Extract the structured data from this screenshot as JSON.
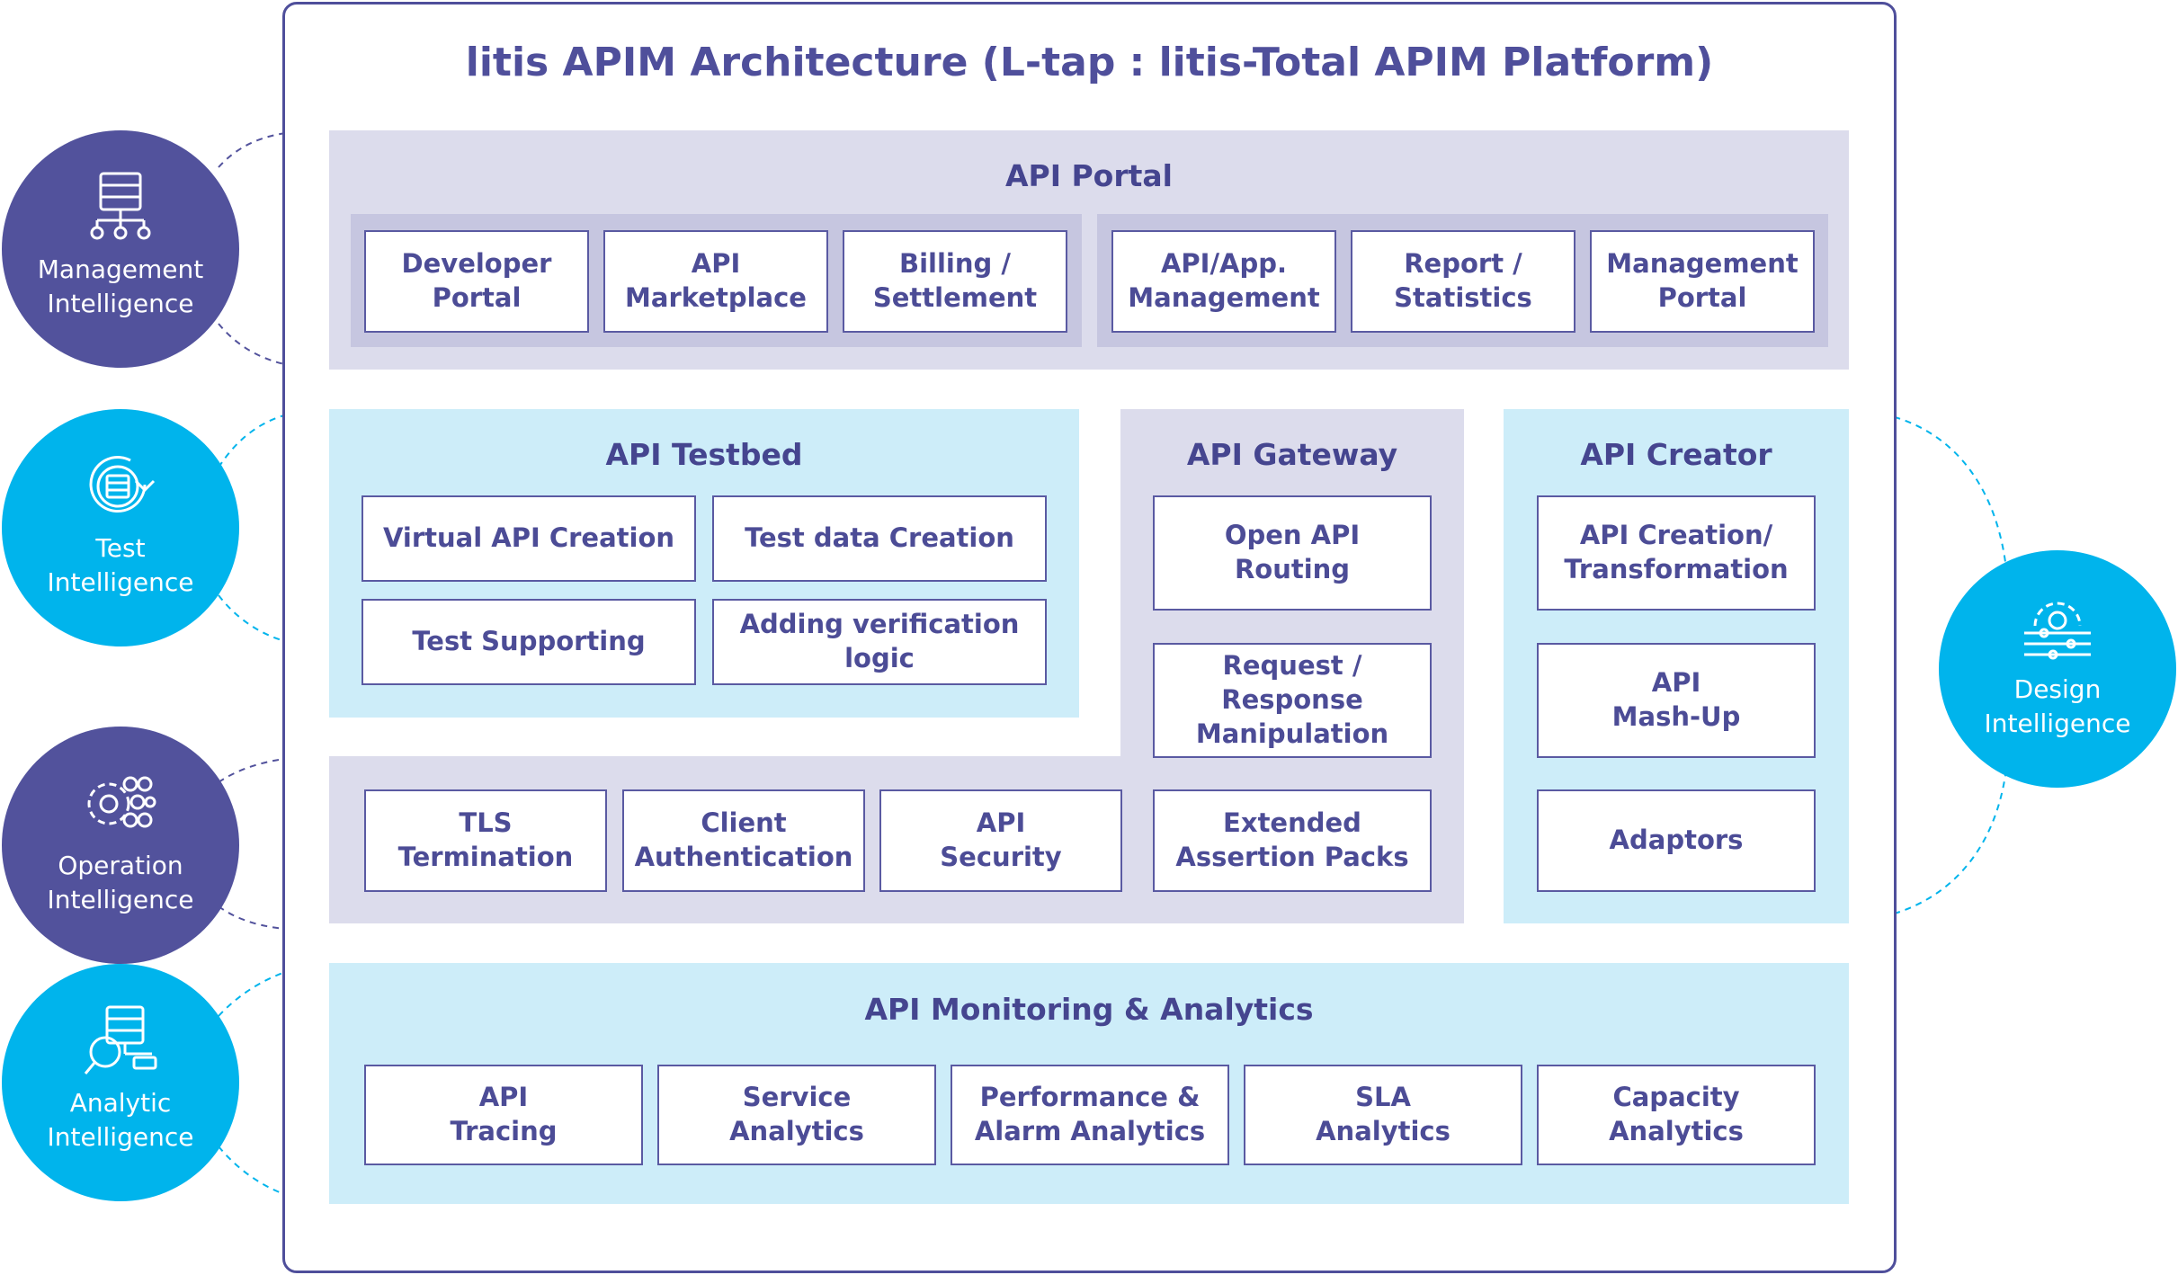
{
  "title": "litis APIM Architecture (L-tap : litis-Total APIM Platform)",
  "intelligences": {
    "management": {
      "label": "Management\nIntelligence",
      "icon": "server-network-icon"
    },
    "test": {
      "label": "Test\nIntelligence",
      "icon": "test-cycle-icon"
    },
    "operation": {
      "label": "Operation\nIntelligence",
      "icon": "gears-icon"
    },
    "analytic": {
      "label": "Analytic\nIntelligence",
      "icon": "magnify-server-icon"
    },
    "design": {
      "label": "Design\nIntelligence",
      "icon": "gear-sliders-icon"
    }
  },
  "portal": {
    "title": "API Portal",
    "items": [
      "Developer\nPortal",
      "API\nMarketplace",
      "Billing /\nSettlement",
      "API/App.\nManagement",
      "Report /\nStatistics",
      "Management\nPortal"
    ]
  },
  "testbed": {
    "title": "API Testbed",
    "items": [
      "Virtual API Creation",
      "Test data Creation",
      "Test Supporting",
      "Adding verification logic"
    ]
  },
  "gateway": {
    "title": "API Gateway",
    "items": [
      "Open API\nRouting",
      "Request / Response\nManipulation",
      "Extended\nAssertion Packs"
    ]
  },
  "security_row": {
    "items": [
      "TLS\nTermination",
      "Client\nAuthentication",
      "API\nSecurity"
    ]
  },
  "creator": {
    "title": "API Creator",
    "items": [
      "API Creation/\nTransformation",
      "API\nMash-Up",
      "Adaptors"
    ]
  },
  "monitoring": {
    "title": "API Monitoring & Analytics",
    "items": [
      "API\nTracing",
      "Service\nAnalytics",
      "Performance &\nAlarm Analytics",
      "SLA\nAnalytics",
      "Capacity\nAnalytics"
    ]
  },
  "colors": {
    "navy": "#52529c",
    "cyan": "#00b4ec",
    "lavender": "#dcdcec",
    "sky": "#cdedf9"
  }
}
